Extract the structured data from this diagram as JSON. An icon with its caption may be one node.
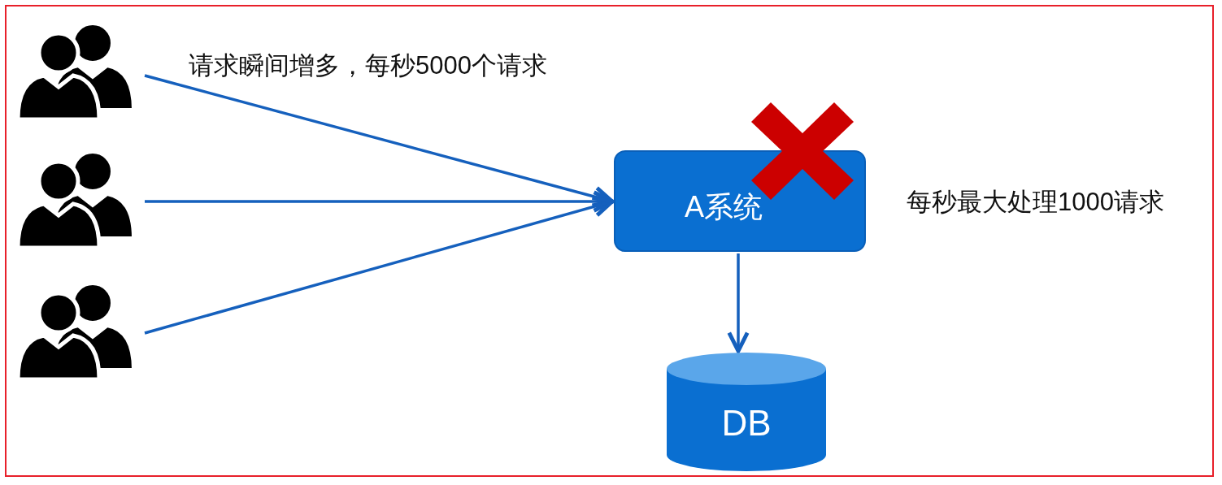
{
  "diagram": {
    "nodes": [
      {
        "text": [],
        "shape": "person"
      },
      {
        "text": [],
        "shape": "person"
      },
      {
        "text": [],
        "shape": "person"
      },
      {
        "text": [
          "A系统"
        ]
      },
      {
        "text": [
          "DB"
        ]
      }
    ],
    "edges": [
      {
        "from": 0,
        "to": 3,
        "arrow": "to"
      },
      {
        "from": 1,
        "to": 3,
        "arrow": "to"
      },
      {
        "from": 2,
        "to": 3,
        "arrow": "to"
      },
      {
        "from": 3,
        "to": 4,
        "arrow": "to"
      }
    ],
    "labels": [
      "请求瞬间增多，每秒5000个请求",
      "每秒最大处理1000请求"
    ]
  }
}
